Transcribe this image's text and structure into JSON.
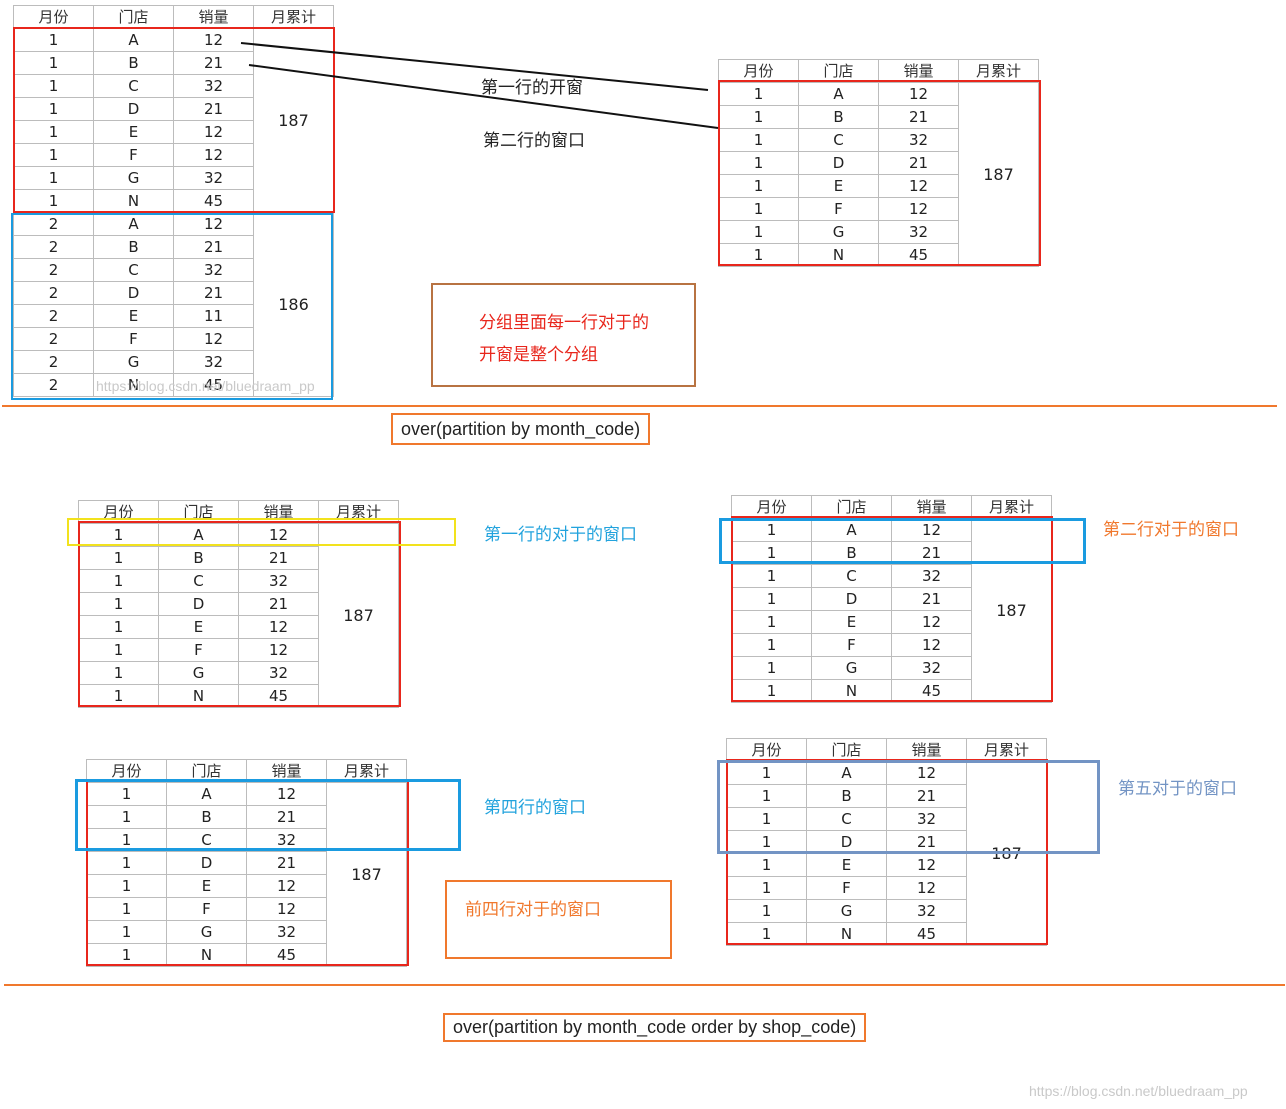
{
  "headers": [
    "月份",
    "门店",
    "销量",
    "月累计"
  ],
  "month1_rows": [
    [
      "1",
      "A",
      "12"
    ],
    [
      "1",
      "B",
      "21"
    ],
    [
      "1",
      "C",
      "32"
    ],
    [
      "1",
      "D",
      "21"
    ],
    [
      "1",
      "E",
      "12"
    ],
    [
      "1",
      "F",
      "12"
    ],
    [
      "1",
      "G",
      "32"
    ],
    [
      "1",
      "N",
      "45"
    ]
  ],
  "month2_rows": [
    [
      "2",
      "A",
      "12"
    ],
    [
      "2",
      "B",
      "21"
    ],
    [
      "2",
      "C",
      "32"
    ],
    [
      "2",
      "D",
      "21"
    ],
    [
      "2",
      "E",
      "11"
    ],
    [
      "2",
      "F",
      "12"
    ],
    [
      "2",
      "G",
      "32"
    ],
    [
      "2",
      "N",
      "45"
    ]
  ],
  "totals": {
    "month1": "187",
    "month2": "186"
  },
  "labels": {
    "first_row_window_a": "第一行的开窗",
    "second_row_window_a": "第二行的窗口",
    "note_whole_group": "分组里面每一行对于的\n开窗是整个分组",
    "first_row_window_b": "第一行的对于的窗口",
    "second_row_window_b": "第二行对于的窗口",
    "fourth_row_window": "第四行的窗口",
    "first_four_rows_window": "前四行对于的窗口",
    "fifth_row_window": "第五对于的窗口"
  },
  "code": {
    "partition_only": "over(partition by month_code)",
    "partition_order": "over(partition by month_code order by shop_code)"
  },
  "watermark": {
    "top": "https://blog.csdn.net/bluedraam_pp",
    "bottom": "https://blog.csdn.net/bluedraam_pp"
  },
  "colors": {
    "red": "#e8261c",
    "blue": "#1a9be0",
    "yellow": "#f2e21d",
    "orange": "#f0782d",
    "brown": "#b87342",
    "steel": "#7394c4",
    "label_blue": "#22a3dd",
    "label_orange": "#f0782d",
    "label_red": "#e8261c",
    "label_steel": "#7394c4"
  }
}
